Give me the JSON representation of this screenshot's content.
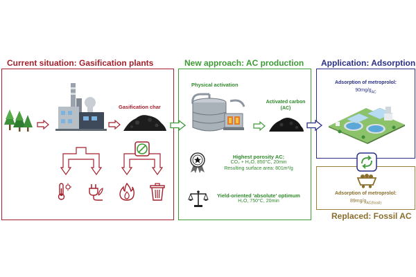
{
  "colors": {
    "red": "#a31f2b",
    "green": "#3c9b35",
    "blue": "#2a2e86",
    "gold": "#8a6d2b",
    "text_green": "#2f8a2a"
  },
  "sections": {
    "current": {
      "title": "Current situation: Gasification plants"
    },
    "new": {
      "title": "New approach: AC production"
    },
    "application": {
      "title": "Application: Adsorption"
    },
    "replaced": {
      "title": "Replaced: Fossil AC"
    }
  },
  "current": {
    "char_label": "Gasification char",
    "icons": [
      "trees-icon",
      "gasification-plant-icon",
      "char-pile-icon",
      "heat-icon",
      "power-plug-icon",
      "fire-icon",
      "trash-bin-icon",
      "no-use-icon"
    ]
  },
  "new": {
    "physical_activation": "Physical activation",
    "activated_carbon": "Activated carbon",
    "ac": "(AC)",
    "highest_porosity": "Highest porosity AC:",
    "condition1": "CO₂ + H₂O, 850°C, 20min",
    "surface_area": "Resulting surface area: 801m²/g",
    "yield_optimum": "Yield-oriented 'absolute' optimum",
    "condition2": "H₂O, 750°C, 20min"
  },
  "application": {
    "adsorption_label": "Adsorption of metroprolol:",
    "adsorption_value": "90mg/g",
    "adsorption_sub": "AC"
  },
  "replaced": {
    "adsorption_label": "Adsorption of metroprolol:",
    "adsorption_value": "89mg/g",
    "adsorption_sub": "AC(fossil)"
  }
}
